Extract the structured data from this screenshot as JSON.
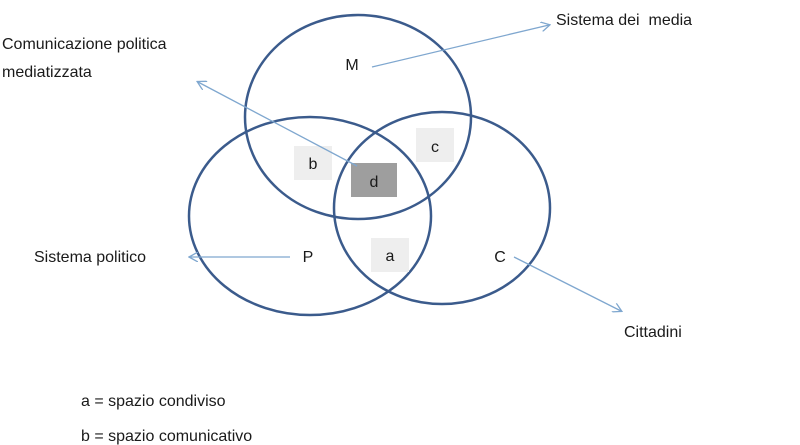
{
  "circles": {
    "m": {
      "letter": "M",
      "label": "Sistema dei  media"
    },
    "p": {
      "letter": "P",
      "label": "Sistema politico"
    },
    "c": {
      "letter": "C",
      "label": "Cittadini"
    }
  },
  "intersection_label": {
    "line1": "Comunicazione politica",
    "line2": "mediatizzata"
  },
  "zones": {
    "a": "a",
    "b": "b",
    "c": "c",
    "d": "d"
  },
  "legend": {
    "a": "a = spazio condiviso",
    "b": "b = spazio comunicativo"
  },
  "colors": {
    "circle_stroke": "#3b5b8c",
    "arrow": "#7fa7cf",
    "zone_fill_light": "#eeeeee",
    "zone_fill_dark": "#9e9e9e"
  }
}
